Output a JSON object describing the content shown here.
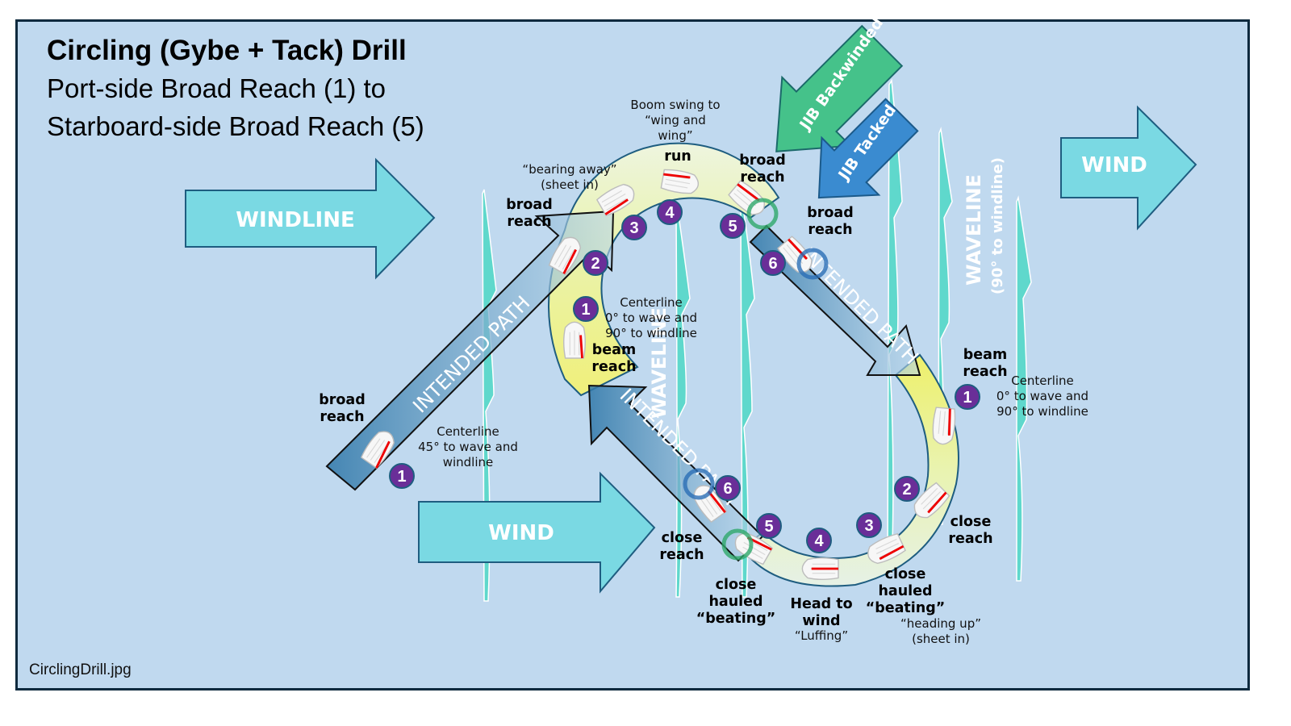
{
  "title": {
    "line1": "Circling (Gybe + Tack) Drill",
    "line2": "Port-side Broad Reach (1) to",
    "line3": "Starboard-side Broad Reach (5)"
  },
  "caption": "CirclingDrill.jpg",
  "arrows": {
    "windline": "WINDLINE",
    "wind_top": "WIND",
    "wind_bottom": "WIND",
    "jib_backwinded": "JIB Backwinded",
    "jib_tacked": "JIB Tacked",
    "intended_path": "INTENDED PATH",
    "intended_path_right": "INTENDED PATH",
    "intended_path_lower": "INTENDED PATH"
  },
  "wavelines": {
    "center_label": "WAVELINE",
    "right_label": "WAVELINE",
    "right_sub": "(90° to windline)"
  },
  "colors": {
    "background": "#c0d9ef",
    "border": "#0e2a3e",
    "wind_arrow": "#7ad9e3",
    "jib_backwinded": "#45c28a",
    "jib_tacked": "#3a8bd0",
    "number_badge": "#6a2e98",
    "wave": "#5fd8cc"
  },
  "points_of_sail": {
    "start": {
      "label": "broad\nreach",
      "num": "1",
      "note": "Centerline\n45° to wave and\nwindline"
    },
    "left_loop": [
      {
        "num": "1",
        "label": "beam\nreach",
        "note": "Centerline\n0° to wave and\n90° to windline"
      },
      {
        "num": "2",
        "label": ""
      },
      {
        "num": "3",
        "label": "broad\nreach",
        "note": "“bearing away”\n(sheet in)"
      },
      {
        "num": "4",
        "label": "run",
        "note": "Boom swing to\n“wing and\nwing”"
      },
      {
        "num": "5",
        "label": "broad\nreach"
      },
      {
        "num": "6",
        "label": "broad\nreach"
      }
    ],
    "right_loop": [
      {
        "num": "1",
        "label": "beam\nreach",
        "note": "Centerline\n0° to wave and\n90° to windline"
      },
      {
        "num": "2",
        "label": "close\nreach"
      },
      {
        "num": "3",
        "label": "close\nhauled\n“beating”",
        "note": "“heading up”\n(sheet in)"
      },
      {
        "num": "4",
        "label": "Head to\nwind",
        "note": "“Luffing”"
      },
      {
        "num": "5",
        "label": "close\nhauled\n“beating”"
      },
      {
        "num": "6",
        "label": "close\nreach"
      }
    ]
  }
}
